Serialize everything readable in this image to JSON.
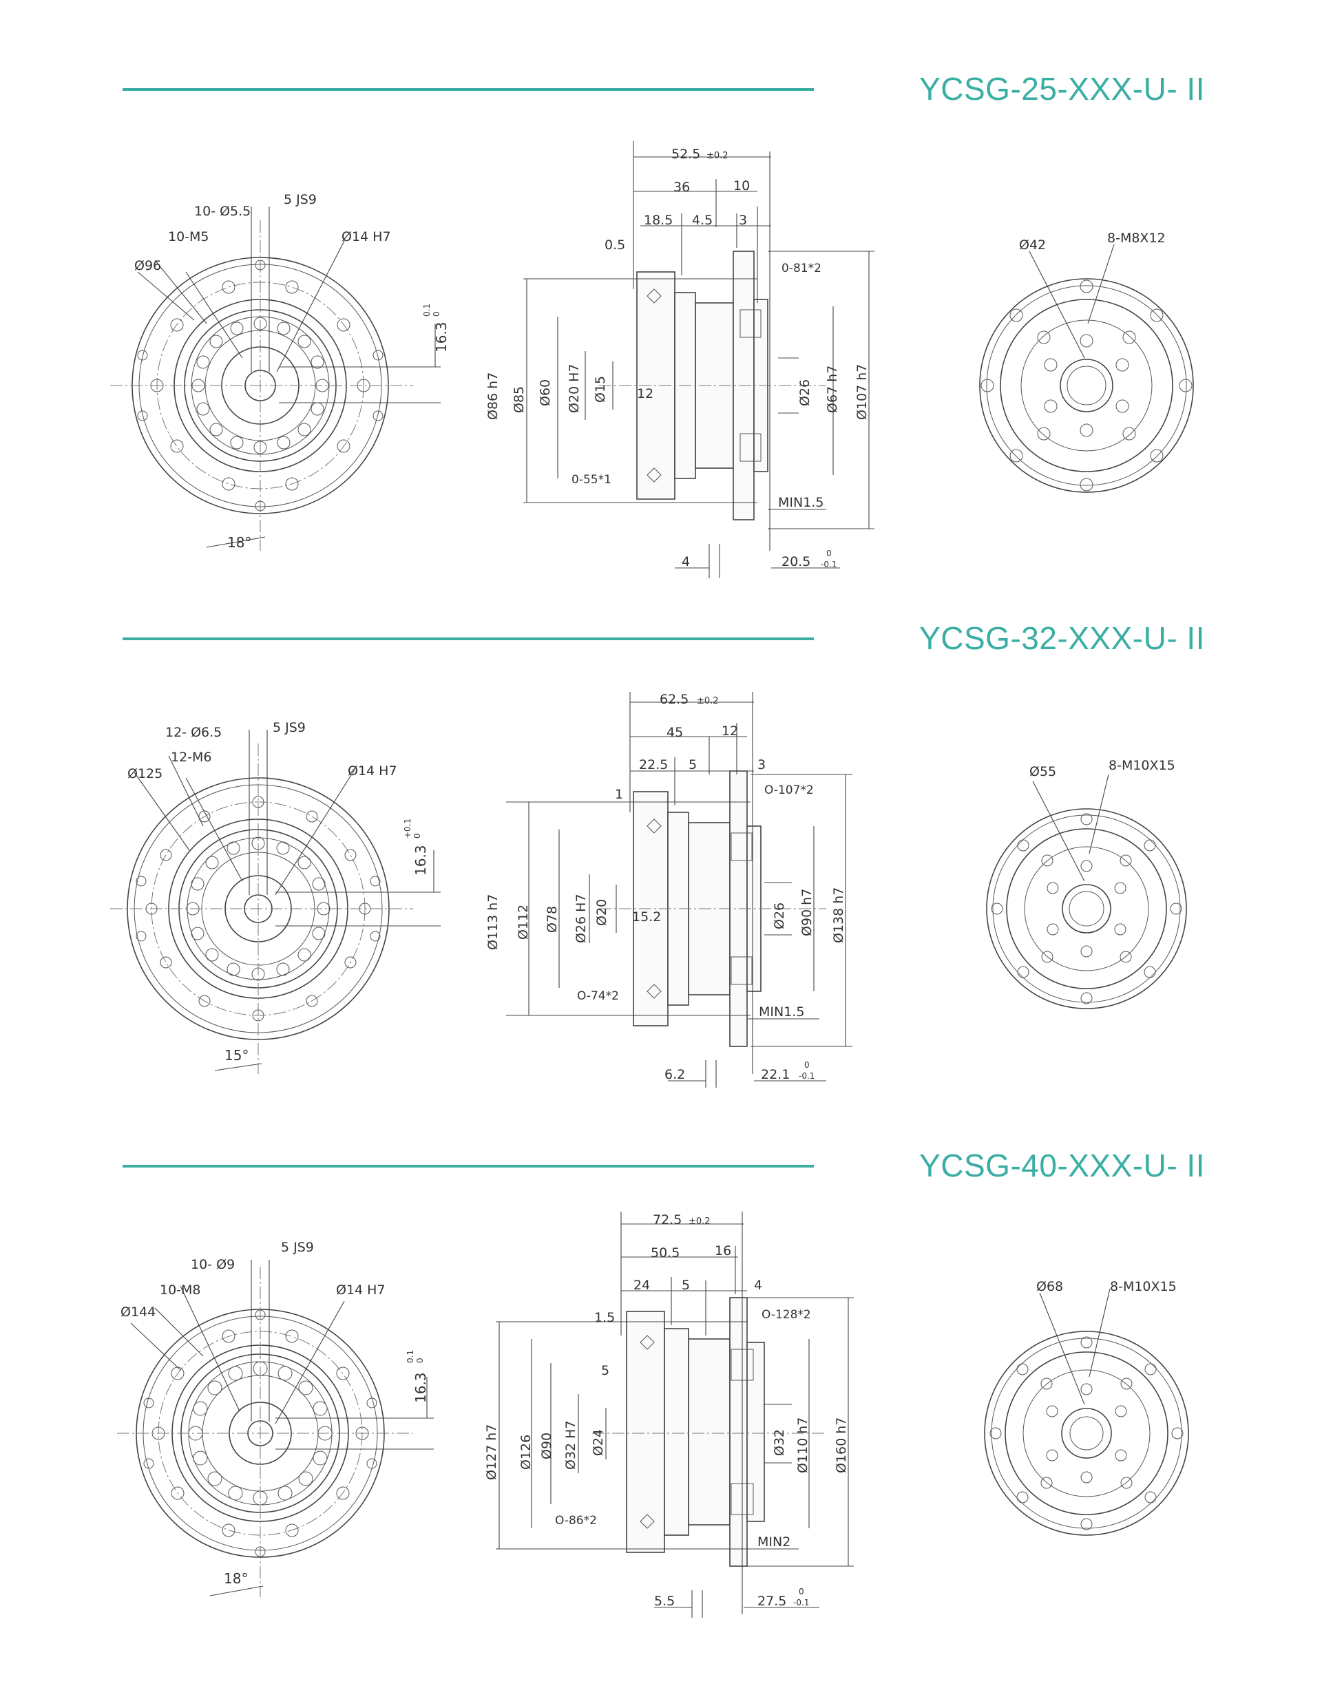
{
  "colors": {
    "accent": "#3aaea3",
    "line": "#444444"
  },
  "sections": [
    {
      "title": "YCSG-25-XXX-U- II",
      "front": {
        "holes": "10- Ø5.5",
        "key": "5 JS9",
        "thread": "10-M5",
        "pcd": "Ø96",
        "bore": "Ø14 H7",
        "height": "16.3",
        "tol_upper": "0.1",
        "tol_lower": "0",
        "angle": "18°"
      },
      "side": {
        "total": "52.5",
        "total_tol": "±0.2",
        "d1": "36",
        "d2": "10",
        "d3": "18.5",
        "d4": "4.5",
        "d5": "3",
        "d6": "0.5",
        "oring_top": "0-81*2",
        "oring_bot": "0-55*1",
        "diam_left": [
          "Ø86 h7",
          "Ø85",
          "Ø60",
          "Ø20 H7",
          "Ø15"
        ],
        "inner": "12",
        "shaft": "Ø26",
        "diam_right": [
          "Ø67 h7",
          "Ø107 h7"
        ],
        "min": "MIN1.5",
        "bottom_left": "4",
        "bottom_right": "20.5",
        "br_tol_upper": "0",
        "br_tol_lower": "-0.1"
      },
      "rear": {
        "pcd": "Ø42",
        "thread": "8-M8X12"
      }
    },
    {
      "title": "YCSG-32-XXX-U- II",
      "front": {
        "holes": "12- Ø6.5",
        "key": "5 JS9",
        "thread": "12-M6",
        "pcd": "Ø125",
        "bore": "Ø14 H7",
        "height": "16.3",
        "tol_upper": "+0.1",
        "tol_lower": "0",
        "angle": "15°"
      },
      "side": {
        "total": "62.5",
        "total_tol": "±0.2",
        "d1": "45",
        "d2": "12",
        "d3": "22.5",
        "d4": "5",
        "d5": "3",
        "d6": "1",
        "oring_top": "O-107*2",
        "oring_bot": "O-74*2",
        "diam_left": [
          "Ø113 h7",
          "Ø112",
          "Ø78",
          "Ø26 H7",
          "Ø20"
        ],
        "inner": "15.2",
        "shaft": "Ø26",
        "diam_right": [
          "Ø90 h7",
          "Ø138 h7"
        ],
        "min": "MIN1.5",
        "bottom_left": "6.2",
        "bottom_right": "22.1",
        "br_tol_upper": "0",
        "br_tol_lower": "-0.1"
      },
      "rear": {
        "pcd": "Ø55",
        "thread": "8-M10X15"
      }
    },
    {
      "title": "YCSG-40-XXX-U- II",
      "front": {
        "holes": "10- Ø9",
        "key": "5 JS9",
        "thread": "10-M8",
        "pcd": "Ø144",
        "bore": "Ø14 H7",
        "height": "16.3",
        "tol_upper": "0.1",
        "tol_lower": "0",
        "angle": "18°"
      },
      "side": {
        "total": "72.5",
        "total_tol": "±0.2",
        "d1": "50.5",
        "d2": "16",
        "d3": "24",
        "d4": "5",
        "d5": "4",
        "d6": "1.5",
        "d7": "5",
        "oring_top": "O-128*2",
        "oring_bot": "O-86*2",
        "diam_left": [
          "Ø127 h7",
          "Ø126",
          "Ø90",
          "Ø32 H7",
          "Ø24"
        ],
        "shaft": "Ø32",
        "diam_right": [
          "Ø110 h7",
          "Ø160 h7"
        ],
        "min": "MIN2",
        "bottom_left": "5.5",
        "bottom_right": "27.5",
        "br_tol_upper": "0",
        "br_tol_lower": "-0.1"
      },
      "rear": {
        "pcd": "Ø68",
        "thread": "8-M10X15"
      }
    }
  ]
}
